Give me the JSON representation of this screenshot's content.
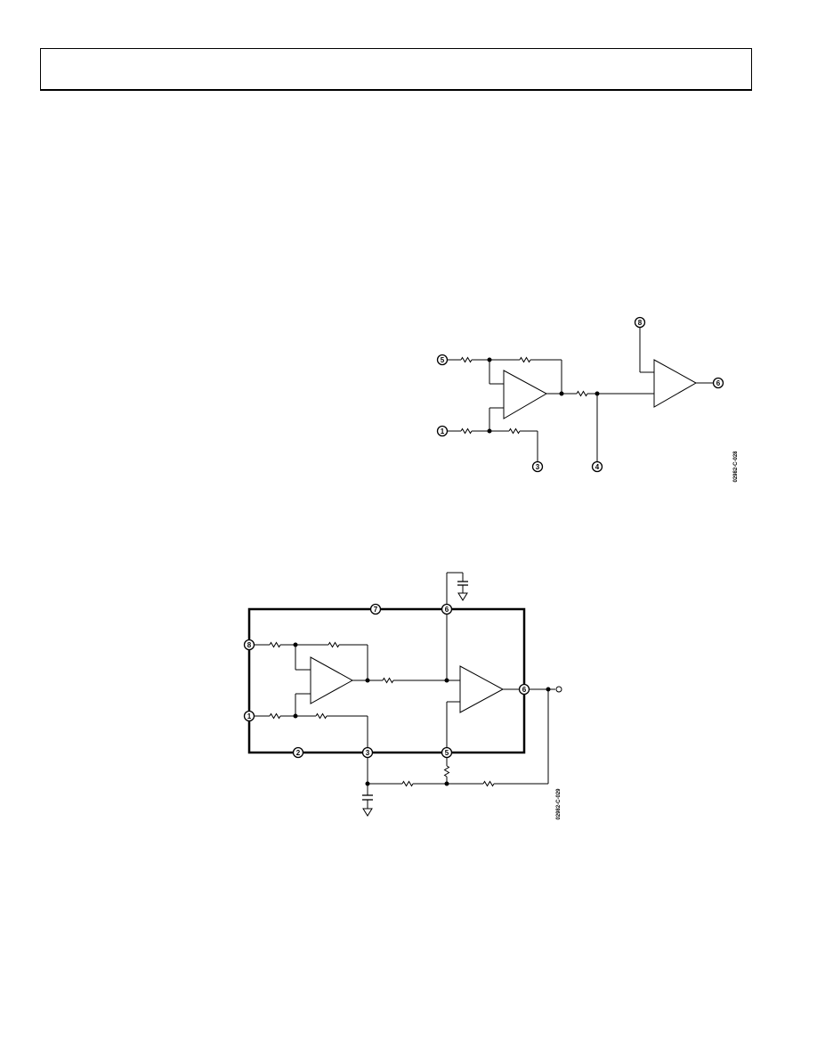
{
  "page": {
    "header_text": ""
  },
  "figure1": {
    "pins": {
      "top": "8",
      "left_upper": "5",
      "left_lower": "1",
      "bottom_left": "3",
      "bottom_mid": "4",
      "output": "6"
    },
    "code": "02982-C-028"
  },
  "figure2": {
    "pins": {
      "top_mid": "7",
      "top_right": "6",
      "left_upper": "8",
      "left_lower": "1",
      "bottom_left": "2",
      "bottom_mid": "3",
      "bottom_right": "5",
      "output": "6"
    },
    "code": "02982-C-029"
  },
  "colors": {
    "ink": "#000000",
    "background": "#ffffff"
  }
}
